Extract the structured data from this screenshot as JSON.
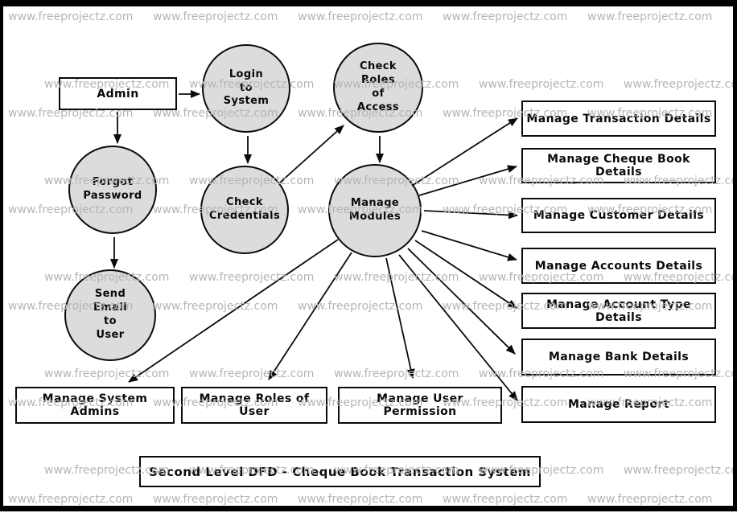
{
  "title": "Second Level DFD - Cheque Book Transaction System",
  "watermark": {
    "text": "www.freeprojectz.com"
  },
  "entity": {
    "admin": "Admin"
  },
  "processes": {
    "login": "Login\nto\nSystem",
    "check_roles": "Check\nRoles\nof\nAccess",
    "forgot_password": "Forgot\nPassword",
    "check_credentials": "Check\nCredentials",
    "send_email": "Send\nEmail\nto\nUser",
    "manage_modules": "Manage\nModules"
  },
  "modules_right": {
    "transaction": "Manage Transaction Details",
    "cheque_book": "Manage Cheque Book Details",
    "customer": "Manage Customer Details",
    "accounts": "Manage Accounts Details",
    "account_type": "Manage Account Type Details",
    "bank": "Manage Bank Details",
    "report": "Manage Report"
  },
  "modules_bottom": {
    "system_admins": "Manage System Admins",
    "roles_of_user": "Manage Roles of User",
    "user_permission": "Manage User Permission"
  },
  "colors": {
    "circle_fill": "#dcdcdc",
    "stroke": "#0a0a0a",
    "watermark_gray": "#b5b5b5"
  }
}
